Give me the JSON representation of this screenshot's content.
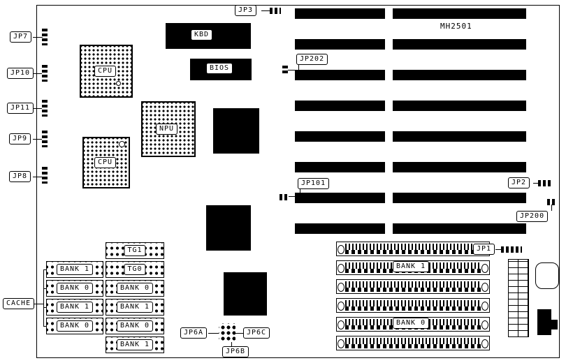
{
  "model": "MH2501",
  "left_jumpers": [
    {
      "label": "JP7"
    },
    {
      "label": "JP10"
    },
    {
      "label": "JP11"
    },
    {
      "label": "JP9"
    },
    {
      "label": "JP8"
    }
  ],
  "top_jumper": {
    "label": "JP3"
  },
  "right_jumpers": {
    "jp202": "JP202",
    "jp101": "JP101",
    "jp2": "JP2",
    "jp200": "JP200",
    "jp1": "JP1"
  },
  "bottom_jumpers": {
    "jp6a": "JP6A",
    "jp6b": "JP6B",
    "jp6c": "JP6C"
  },
  "chips": {
    "kbd": "KBD",
    "bios": "BIOS",
    "cpu_socket": "CPU",
    "cpu": "CPU",
    "npu": "NPU"
  },
  "cache": {
    "label": "CACHE",
    "left_column": [
      "BANK 1",
      "BANK 0",
      "BANK 1",
      "BANK 0"
    ],
    "right_column": [
      "TG1",
      "TG0",
      "BANK 0",
      "BANK 1",
      "BANK 0",
      "BANK 1"
    ]
  },
  "memory_banks": {
    "top": "BANK 1",
    "bottom": "BANK 0"
  }
}
